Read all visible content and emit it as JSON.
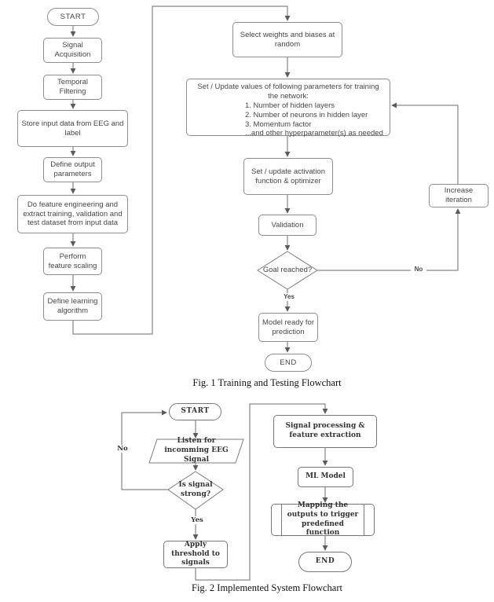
{
  "colors": {
    "line": "#6b6b6b",
    "arrow": "#5b5b5b",
    "box_border": "#8e8e8e",
    "fig1_text": "#484848",
    "fig2_text": "#323232",
    "background": "#ffffff"
  },
  "figure1": {
    "caption": "Fig. 1 Training and Testing Flowchart",
    "start": "START",
    "signal_acquisition": "Signal Acquisition",
    "temporal_filtering": "Temporal Filtering",
    "store_input": "Store input data from EEG and label",
    "define_output": "Define output parameters",
    "feature_engineering": "Do feature engineering and extract training, validation and test dataset from input data",
    "feature_scaling": "Perform feature scaling",
    "learning_algorithm": "Define learning algorithm",
    "select_weights": "Select weights and biases at random",
    "params_header": "Set / Update values of following parameters for training the network:",
    "params_items": [
      "1. Number of hidden layers",
      "2. Number of neurons in hidden layer",
      "3. Momentum factor",
      "...and other hyperparameter(s) as needed"
    ],
    "activation": "Set / update activation function & optimizer",
    "validation": "Validation",
    "goal_reached": "Goal reached?",
    "yes_label": "Yes",
    "no_label": "No",
    "increase_iteration": "Increase iteration",
    "model_ready": "Model ready for prediction",
    "end": "END"
  },
  "figure2": {
    "caption": "Fig. 2 Implemented System Flowchart",
    "start": "START",
    "listen": "Listen for incomming EEG Signal",
    "signal_strong": "Is signal strong?",
    "yes_label": "Yes",
    "no_label": "No",
    "apply_threshold": "Apply threshold to signals",
    "signal_processing": "Signal processing & feature extraction",
    "ml_model": "ML  Model",
    "mapping": "Mapping the outputs to trigger predefined function",
    "end": "END"
  }
}
